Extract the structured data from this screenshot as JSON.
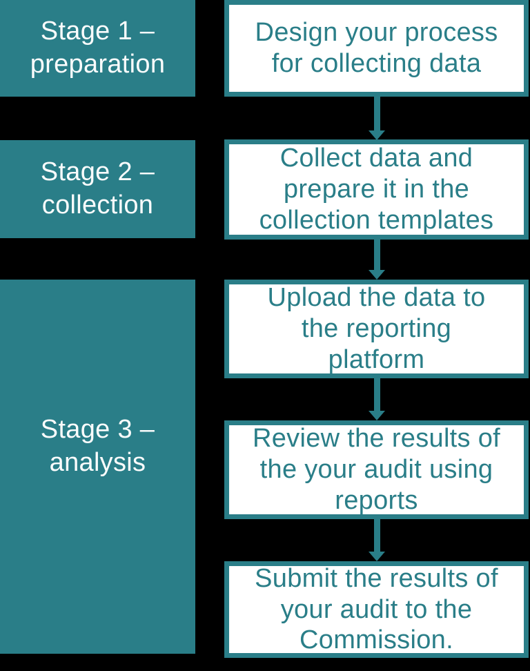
{
  "diagram": {
    "type": "flowchart",
    "colors": {
      "teal": "#2A7E88",
      "stage_background": "#2A7E88",
      "stage_text": "#FAFCFC",
      "step_background": "#FFFFFF",
      "step_border": "#2A7E88",
      "step_text": "#2A7E88",
      "page_background": "#000000",
      "arrow": "#2A7E88"
    },
    "stages": [
      {
        "label": "Stage 1 –\npreparation"
      },
      {
        "label": "Stage 2 –\ncollection"
      },
      {
        "label": "Stage 3 –\nanalysis"
      }
    ],
    "steps": [
      {
        "text": "Design your process\nfor collecting data"
      },
      {
        "text": "Collect data and\nprepare it in the\ncollection templates"
      },
      {
        "text": "Upload the data to\nthe reporting\nplatform"
      },
      {
        "text": "Review the results of\nthe your audit using\nreports"
      },
      {
        "text": "Submit the results of\nyour audit to the\nCommission."
      }
    ],
    "arrows": [
      {
        "from": "step-1",
        "to": "step-2",
        "direction": "down"
      },
      {
        "from": "step-2",
        "to": "step-3",
        "direction": "down"
      },
      {
        "from": "step-3",
        "to": "step-4",
        "direction": "down"
      },
      {
        "from": "step-4",
        "to": "step-5",
        "direction": "down"
      }
    ]
  }
}
